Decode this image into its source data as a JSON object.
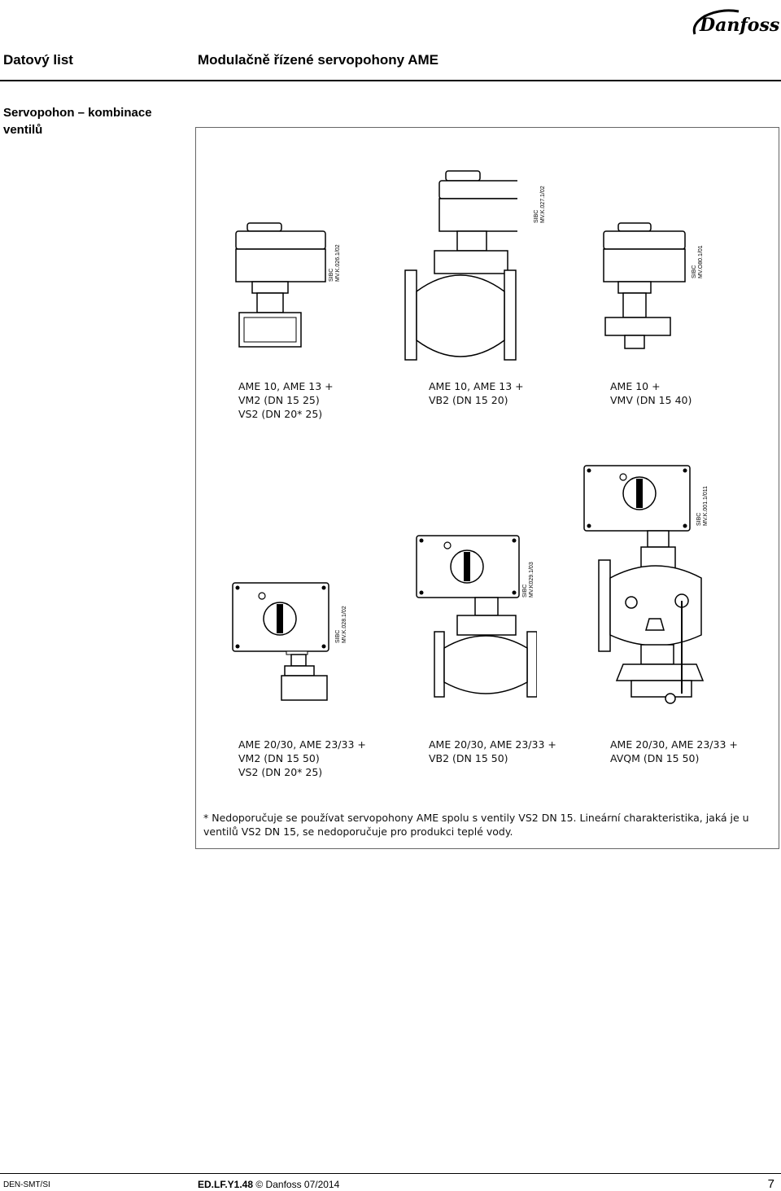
{
  "header": {
    "doc_type": "Datový list",
    "title": "Modulačně řízené servopohony AME",
    "brand": "Danfoss"
  },
  "section_title": "Servopohon – kombinace ventilů",
  "figures": [
    {
      "code_line1": "SIBC",
      "code_line2": "MV.K.026.1/02",
      "caption": [
        "AME 10, AME 13 +",
        "VM2 (DN 15 25)",
        "VS2 (DN 20* 25)"
      ]
    },
    {
      "code_line1": "SIBC",
      "code_line2": "MV.K.027.1/02",
      "caption": [
        "AME 10, AME 13 +",
        "VB2 (DN 15 20)"
      ]
    },
    {
      "code_line1": "SIBC",
      "code_line2": "MV.O80.1/01",
      "caption": [
        "AME 10 +",
        "VMV (DN 15 40)"
      ]
    },
    {
      "code_line1": "SIBC",
      "code_line2": "MV.K.028.1/02",
      "caption": [
        "AME 20/30, AME 23/33 +",
        "VM2 (DN 15 50)",
        "VS2 (DN 20* 25)"
      ]
    },
    {
      "code_line1": "SIBC",
      "code_line2": "MV.K029.1/03",
      "caption": [
        "AME 20/30, AME 23/33 +",
        "VB2 (DN 15 50)"
      ]
    },
    {
      "code_line1": "SIBC",
      "code_line2": "MV.K.001.1/011",
      "caption": [
        "AME 20/30, AME 23/33 +",
        "AVQM (DN 15 50)"
      ]
    }
  ],
  "note": "* Nedoporučuje se používat servopohony AME spolu s ventily VS2 DN 15. Lineární charakteristika, jaká je u ventilů VS2 DN 15, se nedoporučuje pro produkci teplé vody.",
  "footer": {
    "left": "DEN-SMT/SI",
    "code": "ED.LF.Y1.48",
    "copyright": "© Danfoss 07/2014",
    "page": "7"
  }
}
